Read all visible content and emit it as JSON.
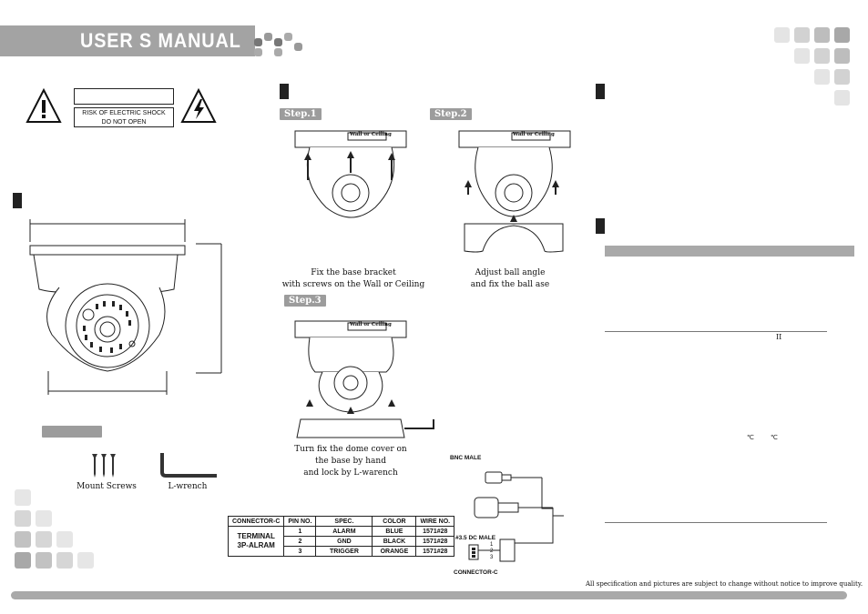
{
  "header": {
    "title": "USER S  MANUAL"
  },
  "warning": {
    "top_box": "",
    "shock_text": [
      "RISK OF ELECTRIC SHOCK",
      "DO NOT OPEN"
    ]
  },
  "installation": {
    "steps": [
      {
        "label": "Step.1",
        "caption": [
          "Fix the base bracket",
          "with screws on the Wall or Ceiling"
        ],
        "wall_tag": "Wall or Ceiling"
      },
      {
        "label": "Step.2",
        "caption": [
          "Adjust ball angle",
          "and fix the ball  ase"
        ],
        "wall_tag": "Wall or Ceiling"
      },
      {
        "label": "Step.3",
        "caption": [
          "Turn fix the dome cover on",
          "the base by hand",
          "and lock by L-warench"
        ],
        "wall_tag": "Wall or Ceiling"
      }
    ]
  },
  "accessories": {
    "mount_screws": "Mount Screws",
    "l_wrench": "L-wrench"
  },
  "connector_table": {
    "headers": [
      "CONNECTOR-C",
      "PIN NO.",
      "SPEC.",
      "COLOR",
      "WIRE NO."
    ],
    "terminal": [
      "TERMINAL",
      "3P-ALRAM"
    ],
    "rows": [
      {
        "pin": "1",
        "spec": "ALARM",
        "color": "BLUE",
        "wire": "1571#28"
      },
      {
        "pin": "2",
        "spec": "GND",
        "color": "BLACK",
        "wire": "1571#28"
      },
      {
        "pin": "3",
        "spec": "TRIGGER",
        "color": "ORANGE",
        "wire": "1571#28"
      }
    ]
  },
  "cable": {
    "bnc": "BNC MALE",
    "dc": "#3.5 DC MALE",
    "connector": "CONNECTOR-C",
    "pins": [
      "1",
      "2",
      "3"
    ]
  },
  "spec": {
    "mark_a": "II",
    "mark_b": "℃",
    "mark_c": "℃"
  },
  "footer": {
    "disclaimer": "All specification and pictures are subject to change without notice to improve quality."
  },
  "colors": {
    "header": "#a3a3a3",
    "accent_gray": "#9c9c9c"
  }
}
